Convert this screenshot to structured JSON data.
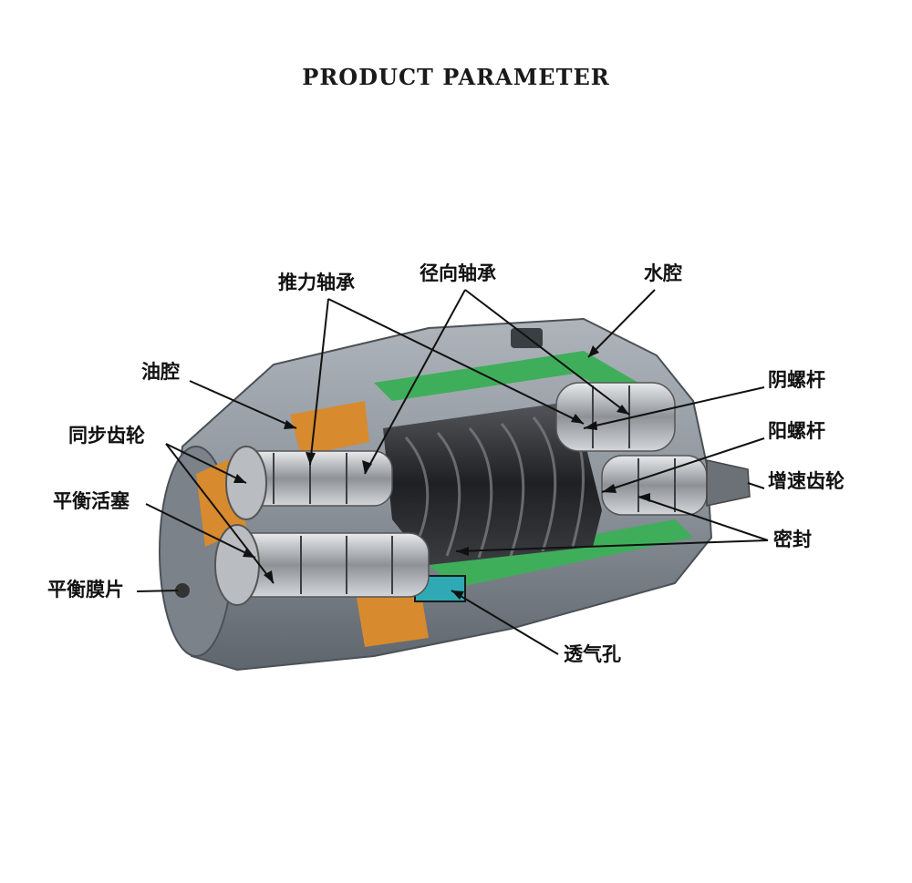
{
  "title": "PRODUCT PARAMETER",
  "labels": {
    "thrust_bearing": "推力轴承",
    "radial_bearing": "径向轴承",
    "water_chamber": "水腔",
    "oil_chamber": "油腔",
    "female_rotor": "阴螺杆",
    "male_rotor": "阳螺杆",
    "sync_gear": "同步齿轮",
    "speed_gear": "增速齿轮",
    "balance_piston": "平衡活塞",
    "seal": "密封",
    "balance_diaphragm": "平衡膜片",
    "vent_hole": "透气孔"
  },
  "colors": {
    "casing": "#8d949c",
    "water": "#3fae5a",
    "oil": "#d88a2e",
    "vent": "#2fa9b4",
    "rotor": "#2b2b2e"
  }
}
